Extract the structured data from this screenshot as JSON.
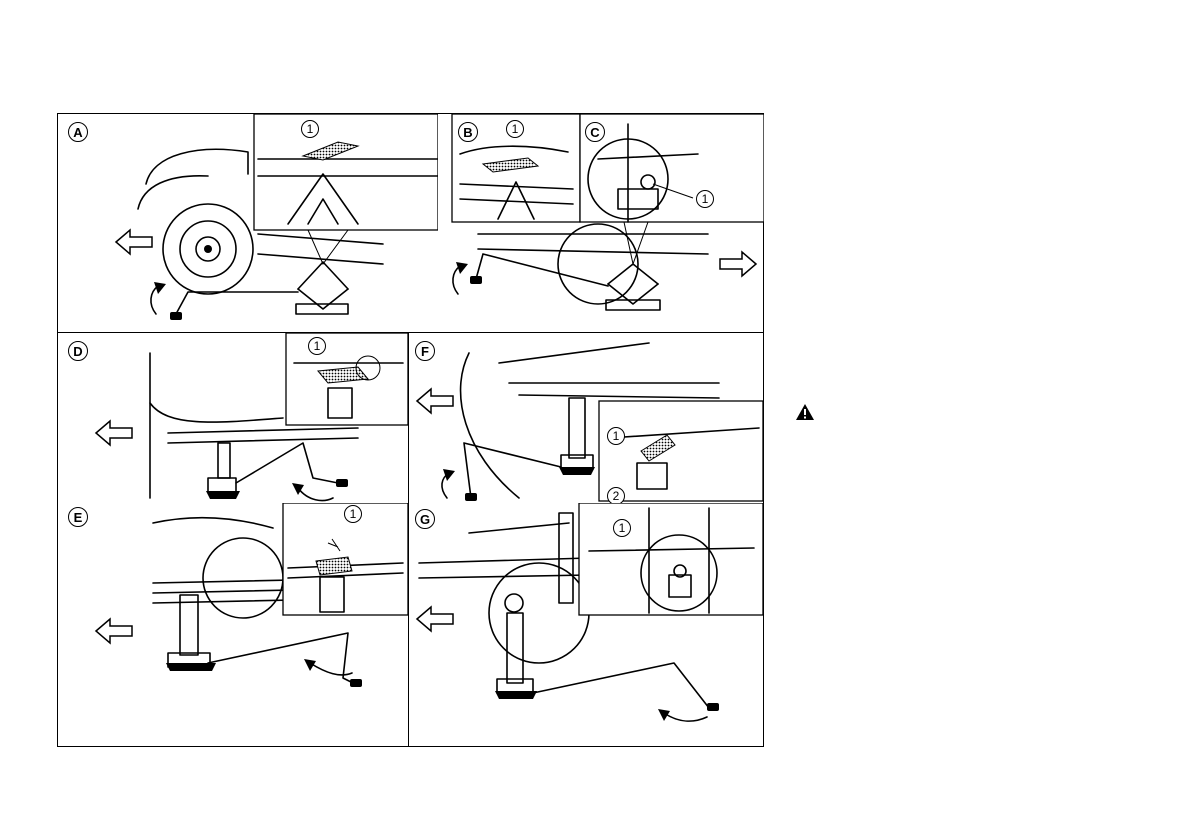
{
  "figure": {
    "panels": [
      {
        "id": "A",
        "label": "A",
        "callouts": [
          "1"
        ]
      },
      {
        "id": "B",
        "label": "B",
        "callouts": [
          "1"
        ]
      },
      {
        "id": "C",
        "label": "C",
        "callouts": [
          "1"
        ]
      },
      {
        "id": "D",
        "label": "D",
        "callouts": [
          "1"
        ]
      },
      {
        "id": "E",
        "label": "E",
        "callouts": [
          "1"
        ]
      },
      {
        "id": "F",
        "label": "F",
        "callouts": [
          "1",
          "2"
        ]
      },
      {
        "id": "G",
        "label": "G",
        "callouts": [
          "1"
        ]
      }
    ]
  },
  "icons": {
    "warning": "warning-triangle-icon",
    "direction_arrow": "arrow-icon",
    "rotation_arrow": "rotation-arrow-icon"
  }
}
